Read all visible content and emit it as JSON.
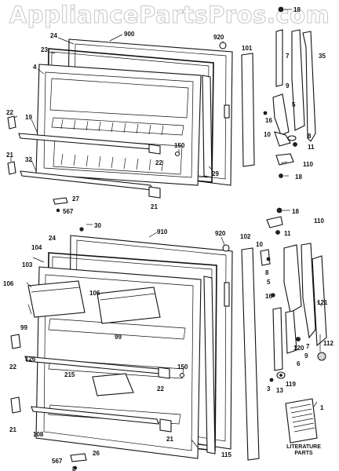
{
  "watermark": "AppliancePartsPros.com",
  "literature_label_line1": "LITERATURE",
  "literature_label_line2": "PARTS",
  "labels": {
    "l18a": "18",
    "l900": "900",
    "l920a": "920",
    "l24a": "24",
    "l23": "23",
    "l4": "4",
    "l101": "101",
    "l7a": "7",
    "l35": "35",
    "l9a": "9",
    "l5a": "5",
    "l16a": "16",
    "l10a": "10",
    "l8a": "8",
    "l11a": "11",
    "l110a": "110",
    "l18b": "18",
    "l22a": "22",
    "l19": "19",
    "l21a": "21",
    "l32": "32",
    "l150a": "150",
    "l22b": "22",
    "l29": "29",
    "l27": "27",
    "l567a": "567",
    "l21b": "21",
    "l18c": "18",
    "l110b": "110",
    "l11b": "11",
    "l8b": "8",
    "l10b": "10",
    "l30": "30",
    "l910": "910",
    "l920b": "920",
    "l24b": "24",
    "l104": "104",
    "l103": "103",
    "l102": "102",
    "l106a": "106",
    "l106b": "106",
    "l99a": "99",
    "l99b": "99",
    "l5b": "5",
    "l16b": "16",
    "l121": "121",
    "l120": "120",
    "l7b": "7",
    "l9b": "9",
    "l112": "112",
    "l6": "6",
    "l3": "3",
    "l119": "119",
    "l13": "13",
    "l22c": "22",
    "l126": "126",
    "l215": "215",
    "l150b": "150",
    "l22d": "22",
    "l21c": "21",
    "l108": "108",
    "l21d": "21",
    "l115": "115",
    "l1": "1",
    "l567b": "567",
    "l26": "26",
    "l8c": "8"
  }
}
